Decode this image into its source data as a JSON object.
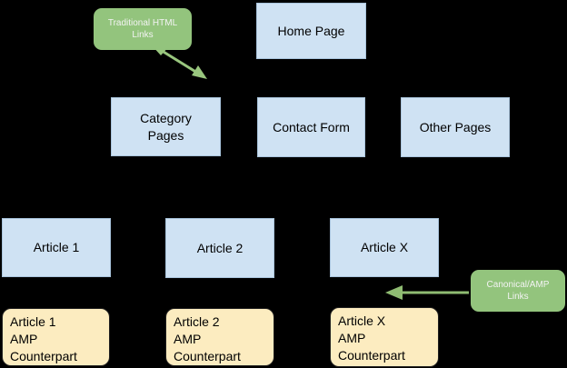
{
  "nodes": {
    "home_page": {
      "label": "Home Page"
    },
    "category_pages": {
      "label": "Category\nPages"
    },
    "contact_form": {
      "label": "Contact Form"
    },
    "other_pages": {
      "label": "Other Pages"
    },
    "article_1": {
      "label": "Article 1"
    },
    "article_2": {
      "label": "Article 2"
    },
    "article_x": {
      "label": "Article X"
    },
    "article_1_amp": {
      "label": "Article 1\nAMP\nCounterpart"
    },
    "article_2_amp": {
      "label": "Article 2\nAMP\nCounterpart"
    },
    "article_x_amp": {
      "label": "Article X\nAMP\nCounterpart"
    }
  },
  "callouts": {
    "traditional_html": {
      "label": "Traditional HTML\nLinks"
    },
    "canonical_amp": {
      "label": "Canonical/AMP\nLinks"
    }
  },
  "colors": {
    "background": "#000000",
    "page_box_fill": "#cfe2f3",
    "page_box_border": "#a9c4dc",
    "amp_box_fill": "#fcecc0",
    "amp_box_border": "#1f1f1f",
    "callout_fill": "#93c47d",
    "callout_text": "#f3f3f3",
    "arrow_green": "#99c67e",
    "node_text": "#000000"
  }
}
